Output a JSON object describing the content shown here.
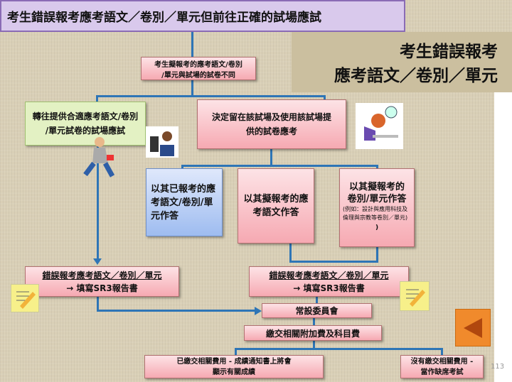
{
  "title": "考生錯誤報考應考語文／卷別／單元但前往正確的試場應試",
  "heading": {
    "line1": "考生錯誤報考",
    "line2": "應考語文／卷別／單元"
  },
  "nodes": {
    "start": {
      "line1": "考生擬報考的應考語文/卷別",
      "line2": "/單元與試場的試卷不同"
    },
    "go_other": {
      "line1": "轉往提供合適應考語文/卷別",
      "line2": "/單元試卷的試場應試"
    },
    "stay": {
      "line1": "決定留在該試場及使用該試場提",
      "line2": "供的試卷應考"
    },
    "opt_registered": {
      "line1": "以其已報考的應",
      "line2": "考語文/卷別/單",
      "line3": "元作答"
    },
    "opt_language": {
      "line1": "以其擬報考的應",
      "line2": "考語文作答"
    },
    "opt_paper": {
      "line1": "以其擬報考的",
      "line2": "卷別/單元作答",
      "note": "(例如：設計與應用科技及倫理與宗教等卷別／單元)",
      "close": ")"
    },
    "report_left": {
      "line1": "錯誤報考應考語文／卷別／單元",
      "line2": "→ 填寫SR3報告書"
    },
    "report_right": {
      "line1": "錯誤報考應考語文／卷別／單元",
      "line2": "→ 填寫SR3報告書"
    },
    "committee": "常設委員會",
    "fees": "繳交相關附加費及科目費",
    "paid": {
      "line1": "已繳交相關費用 - 成績通知書上將會",
      "line2": "顯示有關成績"
    },
    "unpaid": {
      "line1": "沒有繳交相關費用 -",
      "line2": "當作缺席考試"
    }
  },
  "page_number": "113",
  "colors": {
    "arrow": "#2e75b6",
    "back_button": "#f08a2c"
  }
}
